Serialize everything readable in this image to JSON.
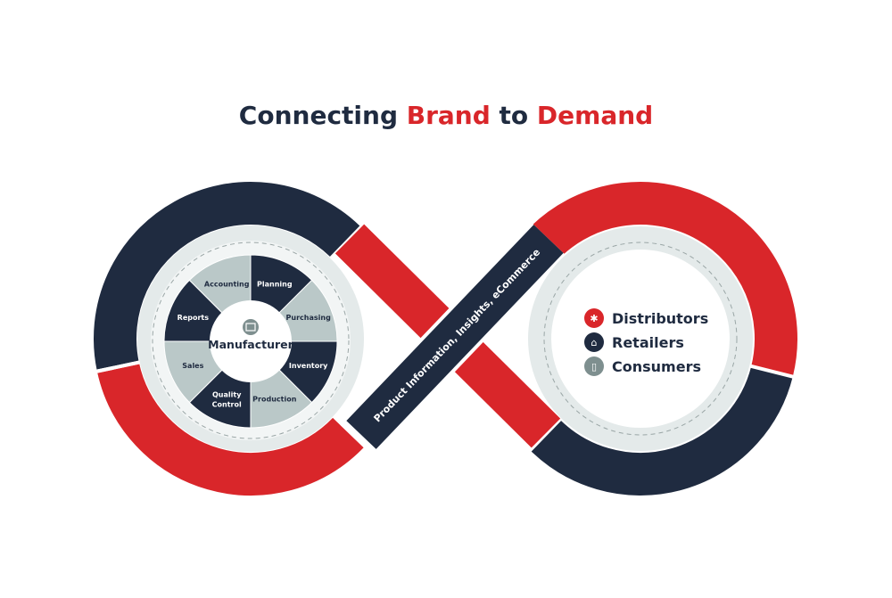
{
  "title": {
    "part1": "Connecting ",
    "part2": "Brand",
    "part3": " to ",
    "part4": "Demand"
  },
  "colors": {
    "navy": "#1f2b40",
    "red": "#d9262a",
    "light": "#bac8c8",
    "ring": "#e4eaea",
    "gray": "#7e8f8f"
  },
  "manufacturer": {
    "label": "Manufacturer",
    "icon": "factory-icon",
    "segments": [
      "Planning",
      "Purchasing",
      "Inventory",
      "Production",
      "Quality Control",
      "Sales",
      "Reports",
      "Accounting"
    ]
  },
  "band_label": "Product Information, Insights, eCommerce",
  "demand": [
    {
      "label": "Distributors",
      "icon": "network-icon",
      "color": "#d9262a"
    },
    {
      "label": "Retailers",
      "icon": "store-icon",
      "color": "#1f2b40"
    },
    {
      "label": "Consumers",
      "icon": "phone-icon",
      "color": "#7e8f8f"
    }
  ]
}
